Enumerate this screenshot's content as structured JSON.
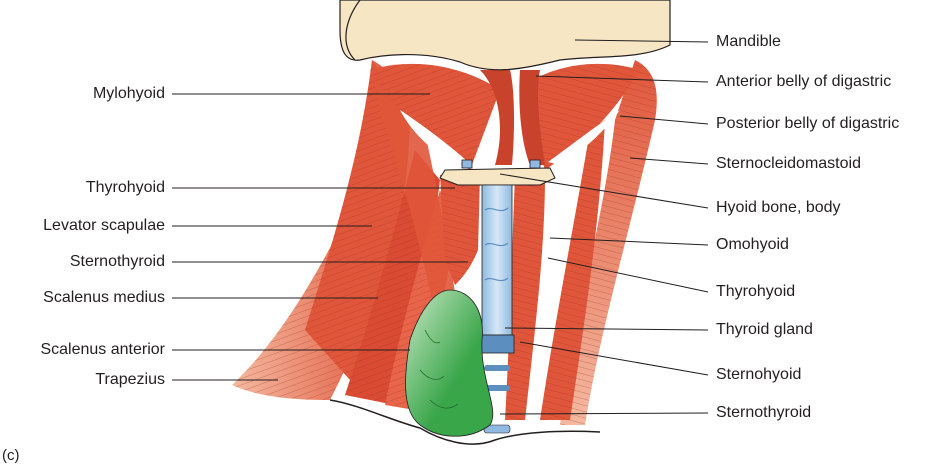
{
  "figure": {
    "panel_letter": "(c)",
    "colors": {
      "muscle": "#e0563a",
      "muscle_light": "#f4b9a0",
      "muscle_stripe": "#9a2f1e",
      "bone": "#f6e6c4",
      "cartilage": "#bcd7ee",
      "cartilage_dark": "#5c8fc0",
      "gland": "#3aa64a",
      "gland_light": "#c9e8c6",
      "line": "#231f20"
    },
    "labels_left": [
      {
        "id": "mylohyoid",
        "text": "Mylohyoid"
      },
      {
        "id": "thyrohyoid-left",
        "text": "Thyrohyoid"
      },
      {
        "id": "levator-scapulae",
        "text": "Levator scapulae"
      },
      {
        "id": "sternothyroid-left",
        "text": "Sternothyroid"
      },
      {
        "id": "scalenus-medius",
        "text": "Scalenus medius"
      },
      {
        "id": "scalenus-anterior",
        "text": "Scalenus anterior"
      },
      {
        "id": "trapezius",
        "text": "Trapezius"
      }
    ],
    "labels_right": [
      {
        "id": "mandible",
        "text": "Mandible"
      },
      {
        "id": "anterior-belly-digastric",
        "text": "Anterior belly of digastric"
      },
      {
        "id": "posterior-belly-digastric",
        "text": "Posterior belly of digastric"
      },
      {
        "id": "sternocleidomastoid",
        "text": "Sternocleidomastoid"
      },
      {
        "id": "hyoid-bone-body",
        "text": "Hyoid bone, body"
      },
      {
        "id": "omohyoid",
        "text": "Omohyoid"
      },
      {
        "id": "thyrohyoid-right",
        "text": "Thyrohyoid"
      },
      {
        "id": "thyroid-gland",
        "text": "Thyroid gland"
      },
      {
        "id": "sternohyoid",
        "text": "Sternohyoid"
      },
      {
        "id": "sternothyroid-right",
        "text": "Sternothyroid"
      }
    ]
  }
}
